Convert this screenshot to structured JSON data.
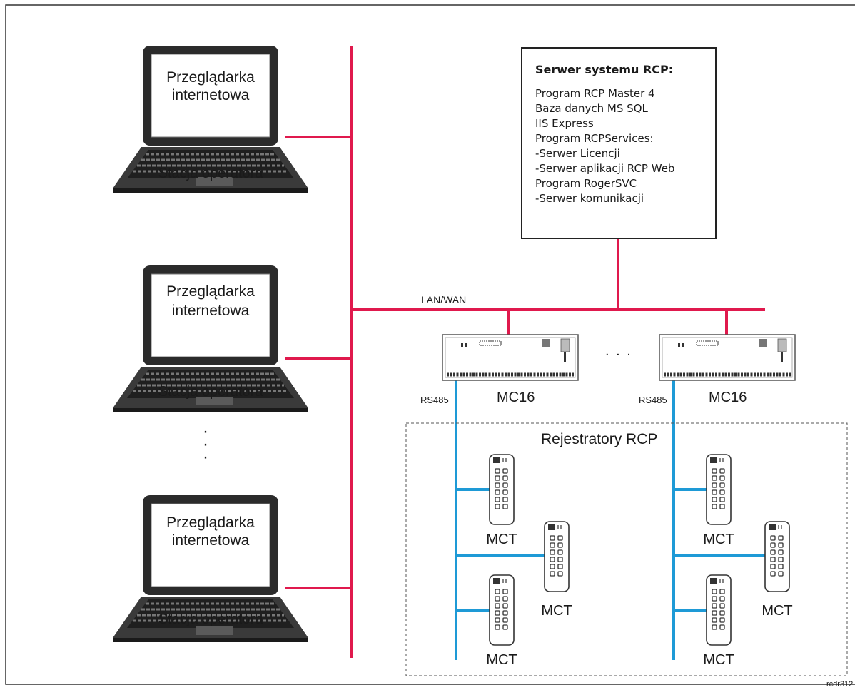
{
  "laptops": [
    {
      "screen_line1": "Przeglądarka",
      "screen_line2": "internetowa",
      "caption": "Stacja operatora"
    },
    {
      "screen_line1": "Przeglądarka",
      "screen_line2": "internetowa",
      "caption": "Stacja operatora"
    },
    {
      "screen_line1": "Przeglądarka",
      "screen_line2": "internetowa",
      "caption": "Stacja operatora"
    }
  ],
  "server": {
    "title": "Serwer systemu RCP:",
    "lines": [
      "Program RCP Master 4",
      "Baza danych MS SQL",
      "IIS Express",
      "Program RCPServices:",
      "-Serwer Licencji",
      "-Serwer aplikacji RCP Web",
      "Program RogerSVC",
      "-Serwer komunikacji"
    ]
  },
  "network_label": "LAN/WAN",
  "controllers": [
    {
      "label": "MC16",
      "bus_label": "RS485"
    },
    {
      "label": "MC16",
      "bus_label": "RS485"
    }
  ],
  "ellipsis_horizontal": ". . .",
  "ellipsis_vertical": [
    "·",
    "·",
    "·"
  ],
  "registers_group_label": "Rejestratory RCP",
  "terminal_label": "MCT",
  "doc_code": "rcdr312",
  "colors": {
    "lan": "#e0194d",
    "rs485": "#1e9ad6",
    "border": "#333333",
    "device": "#555555"
  }
}
